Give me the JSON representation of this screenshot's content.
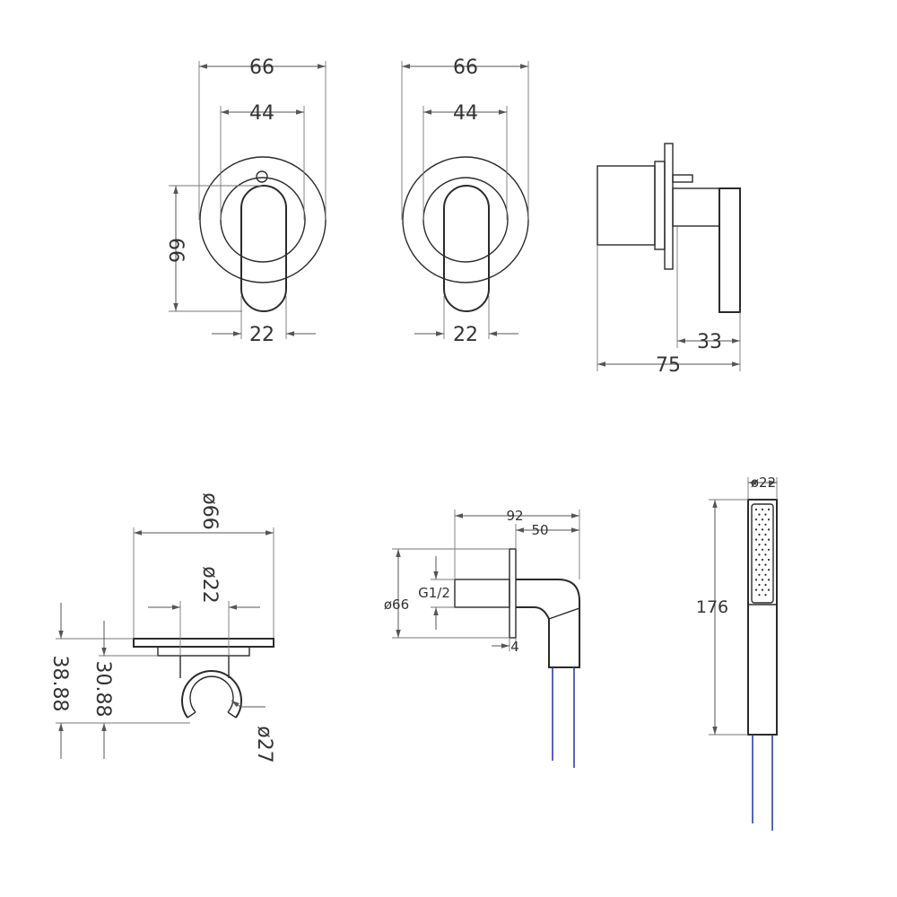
{
  "colors": {
    "line": "#2b2b2b",
    "dim": "#555555",
    "hose": "#2b3fa8"
  },
  "icons": {
    "arrow": "arrowhead-icon"
  },
  "view_front_1": {
    "width_outer": "66",
    "width_inner": "44",
    "height": "66",
    "handle": "22"
  },
  "view_front_2": {
    "width_outer": "66",
    "width_inner": "44",
    "handle": "22"
  },
  "view_side": {
    "depth_lever": "33",
    "depth_total": "75"
  },
  "holder": {
    "plate_dia": "ø66",
    "neck_dia": "ø22",
    "height_total": "38.88",
    "height_inner": "30.88",
    "clip_dia": "ø27"
  },
  "outlet": {
    "length_total": "92",
    "length_elbow": "50",
    "thread": "G1/2",
    "plate_dia": "ø66",
    "plate_thickness": "4"
  },
  "hand_shower": {
    "diameter": "ø22",
    "length": "176"
  }
}
